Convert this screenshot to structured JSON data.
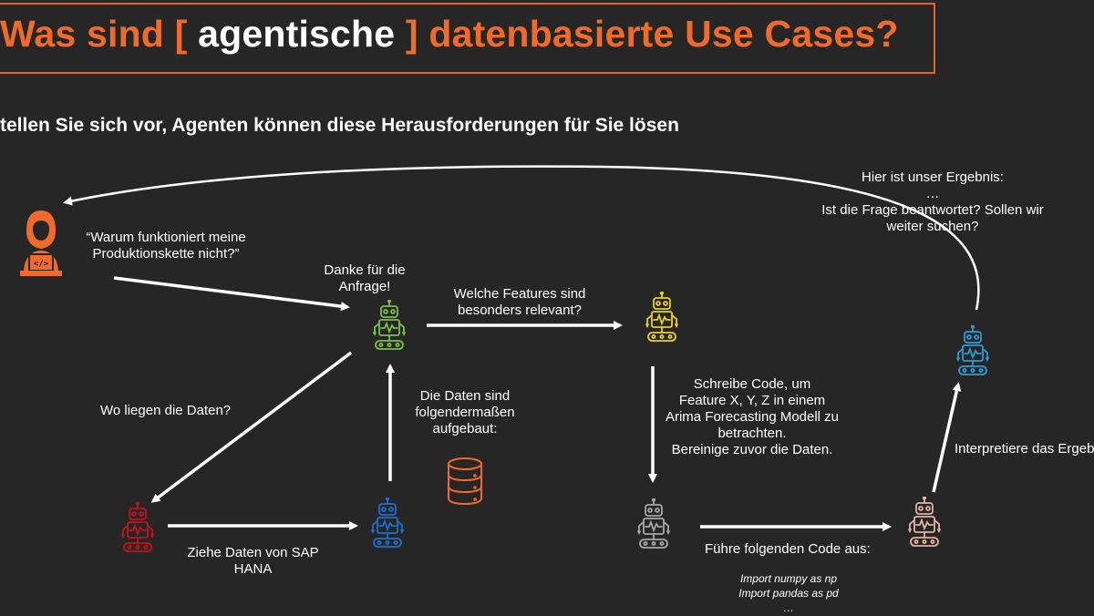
{
  "slide": {
    "title": {
      "part1": "Was sind [ ",
      "part2": "agentische",
      "part3": " ] datenbasierte Use Cases?"
    },
    "subtitle": "tellen Sie sich vor, Agenten können diese Herausforderungen für Sie lösen"
  },
  "colors": {
    "accent": "#f06a2c",
    "robot_green": "#7bc043",
    "robot_yellow": "#e8d21d",
    "robot_red": "#c0141b",
    "robot_blue": "#1f6fd1",
    "robot_gray": "#a7a7a7",
    "robot_peach": "#e0b49f",
    "robot_cyan": "#2b9bd6"
  },
  "labels": {
    "user_question": [
      "“Warum funktioniert meine",
      "Produktionskette nicht?”"
    ],
    "thanks": [
      "Danke für die",
      "Anfrage!"
    ],
    "features": [
      "Welche Features sind",
      "besonders relevant?"
    ],
    "result": [
      "Hier ist unser Ergebnis:",
      "…",
      "Ist die Frage beantwortet? Sollen wir",
      "weiter suchen?"
    ],
    "where_data": "Wo liegen die Daten?",
    "data_structure": [
      "Die Daten sind",
      "folgendermaßen",
      "aufgebaut:"
    ],
    "write_code": [
      "Schreibe Code, um",
      "Feature X, Y, Z in einem",
      "Arima Forecasting Modell zu",
      "betrachten.",
      "Bereinige zuvor die Daten."
    ],
    "interpret": "Interpretiere das Ergebn",
    "pull_data": [
      "Ziehe Daten von SAP",
      "HANA"
    ],
    "execute_code": "Führe folgenden Code aus:",
    "code_lines": [
      "Import numpy as np",
      "Import pandas as pd",
      "…"
    ]
  },
  "icons": {
    "user": "developer-user-icon",
    "database": "database-icon",
    "robot": "robot-icon"
  }
}
